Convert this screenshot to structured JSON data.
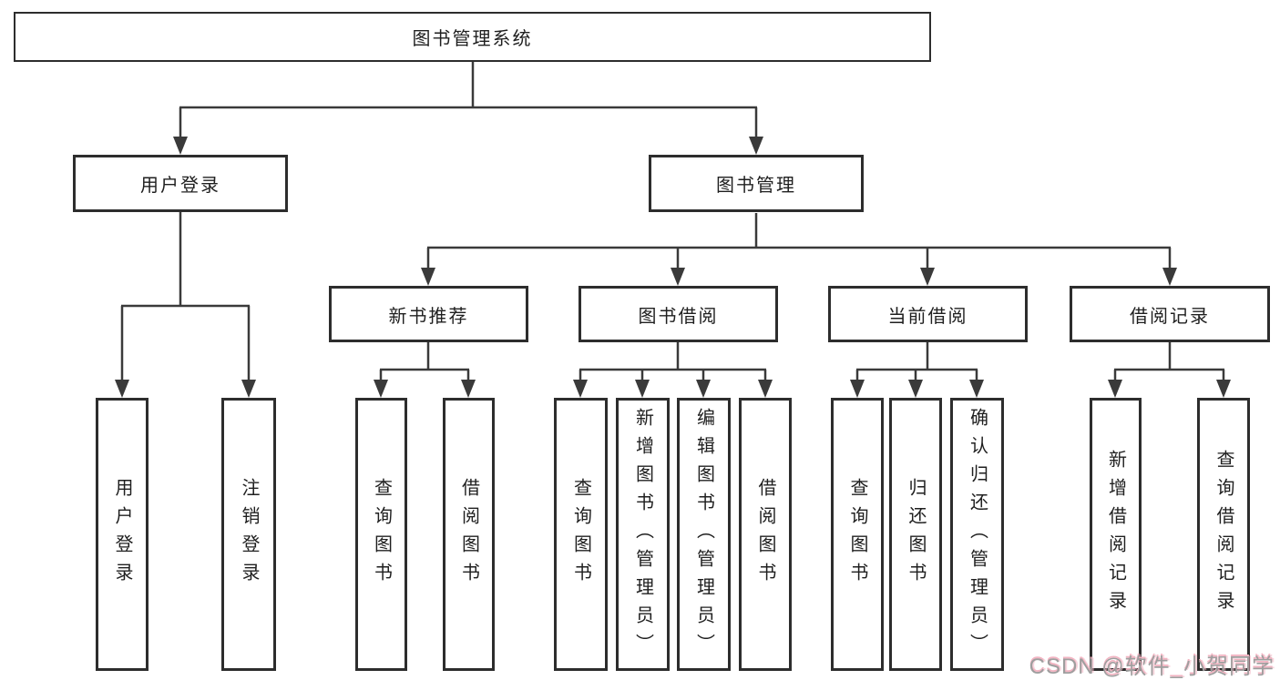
{
  "colors": {
    "line": "#3a3a3a",
    "box_border": "#2d2d2d",
    "text": "#1f1f1f",
    "background": "#ffffff",
    "watermark_gray": "#9e9e9e",
    "watermark_pink": "#f2b4c2"
  },
  "diagram": {
    "type": "hierarchy-tree",
    "root": {
      "label": "图书管理系统"
    },
    "level1": [
      {
        "label": "用户登录"
      },
      {
        "label": "图书管理"
      }
    ],
    "level2": [
      {
        "label": "新书推荐",
        "parent": "图书管理"
      },
      {
        "label": "图书借阅",
        "parent": "图书管理"
      },
      {
        "label": "当前借阅",
        "parent": "图书管理"
      },
      {
        "label": "借阅记录",
        "parent": "图书管理"
      }
    ],
    "leaves": [
      {
        "label": "用户登录",
        "parent": "用户登录"
      },
      {
        "label": "注销登录",
        "parent": "用户登录"
      },
      {
        "label": "查询图书",
        "parent": "新书推荐"
      },
      {
        "label": "借阅图书",
        "parent": "新书推荐"
      },
      {
        "label": "查询图书",
        "parent": "图书借阅"
      },
      {
        "label": "新增图书（管理员）",
        "parent": "图书借阅"
      },
      {
        "label": "编辑图书（管理员）",
        "parent": "图书借阅"
      },
      {
        "label": "借阅图书",
        "parent": "图书借阅"
      },
      {
        "label": "查询图书",
        "parent": "当前借阅"
      },
      {
        "label": "归还图书",
        "parent": "当前借阅"
      },
      {
        "label": "确认归还（管理员）",
        "parent": "当前借阅"
      },
      {
        "label": "新增借阅记录",
        "parent": "借阅记录"
      },
      {
        "label": "查询借阅记录",
        "parent": "借阅记录"
      }
    ],
    "watermark": "CSDN @软件_小贺同学"
  }
}
